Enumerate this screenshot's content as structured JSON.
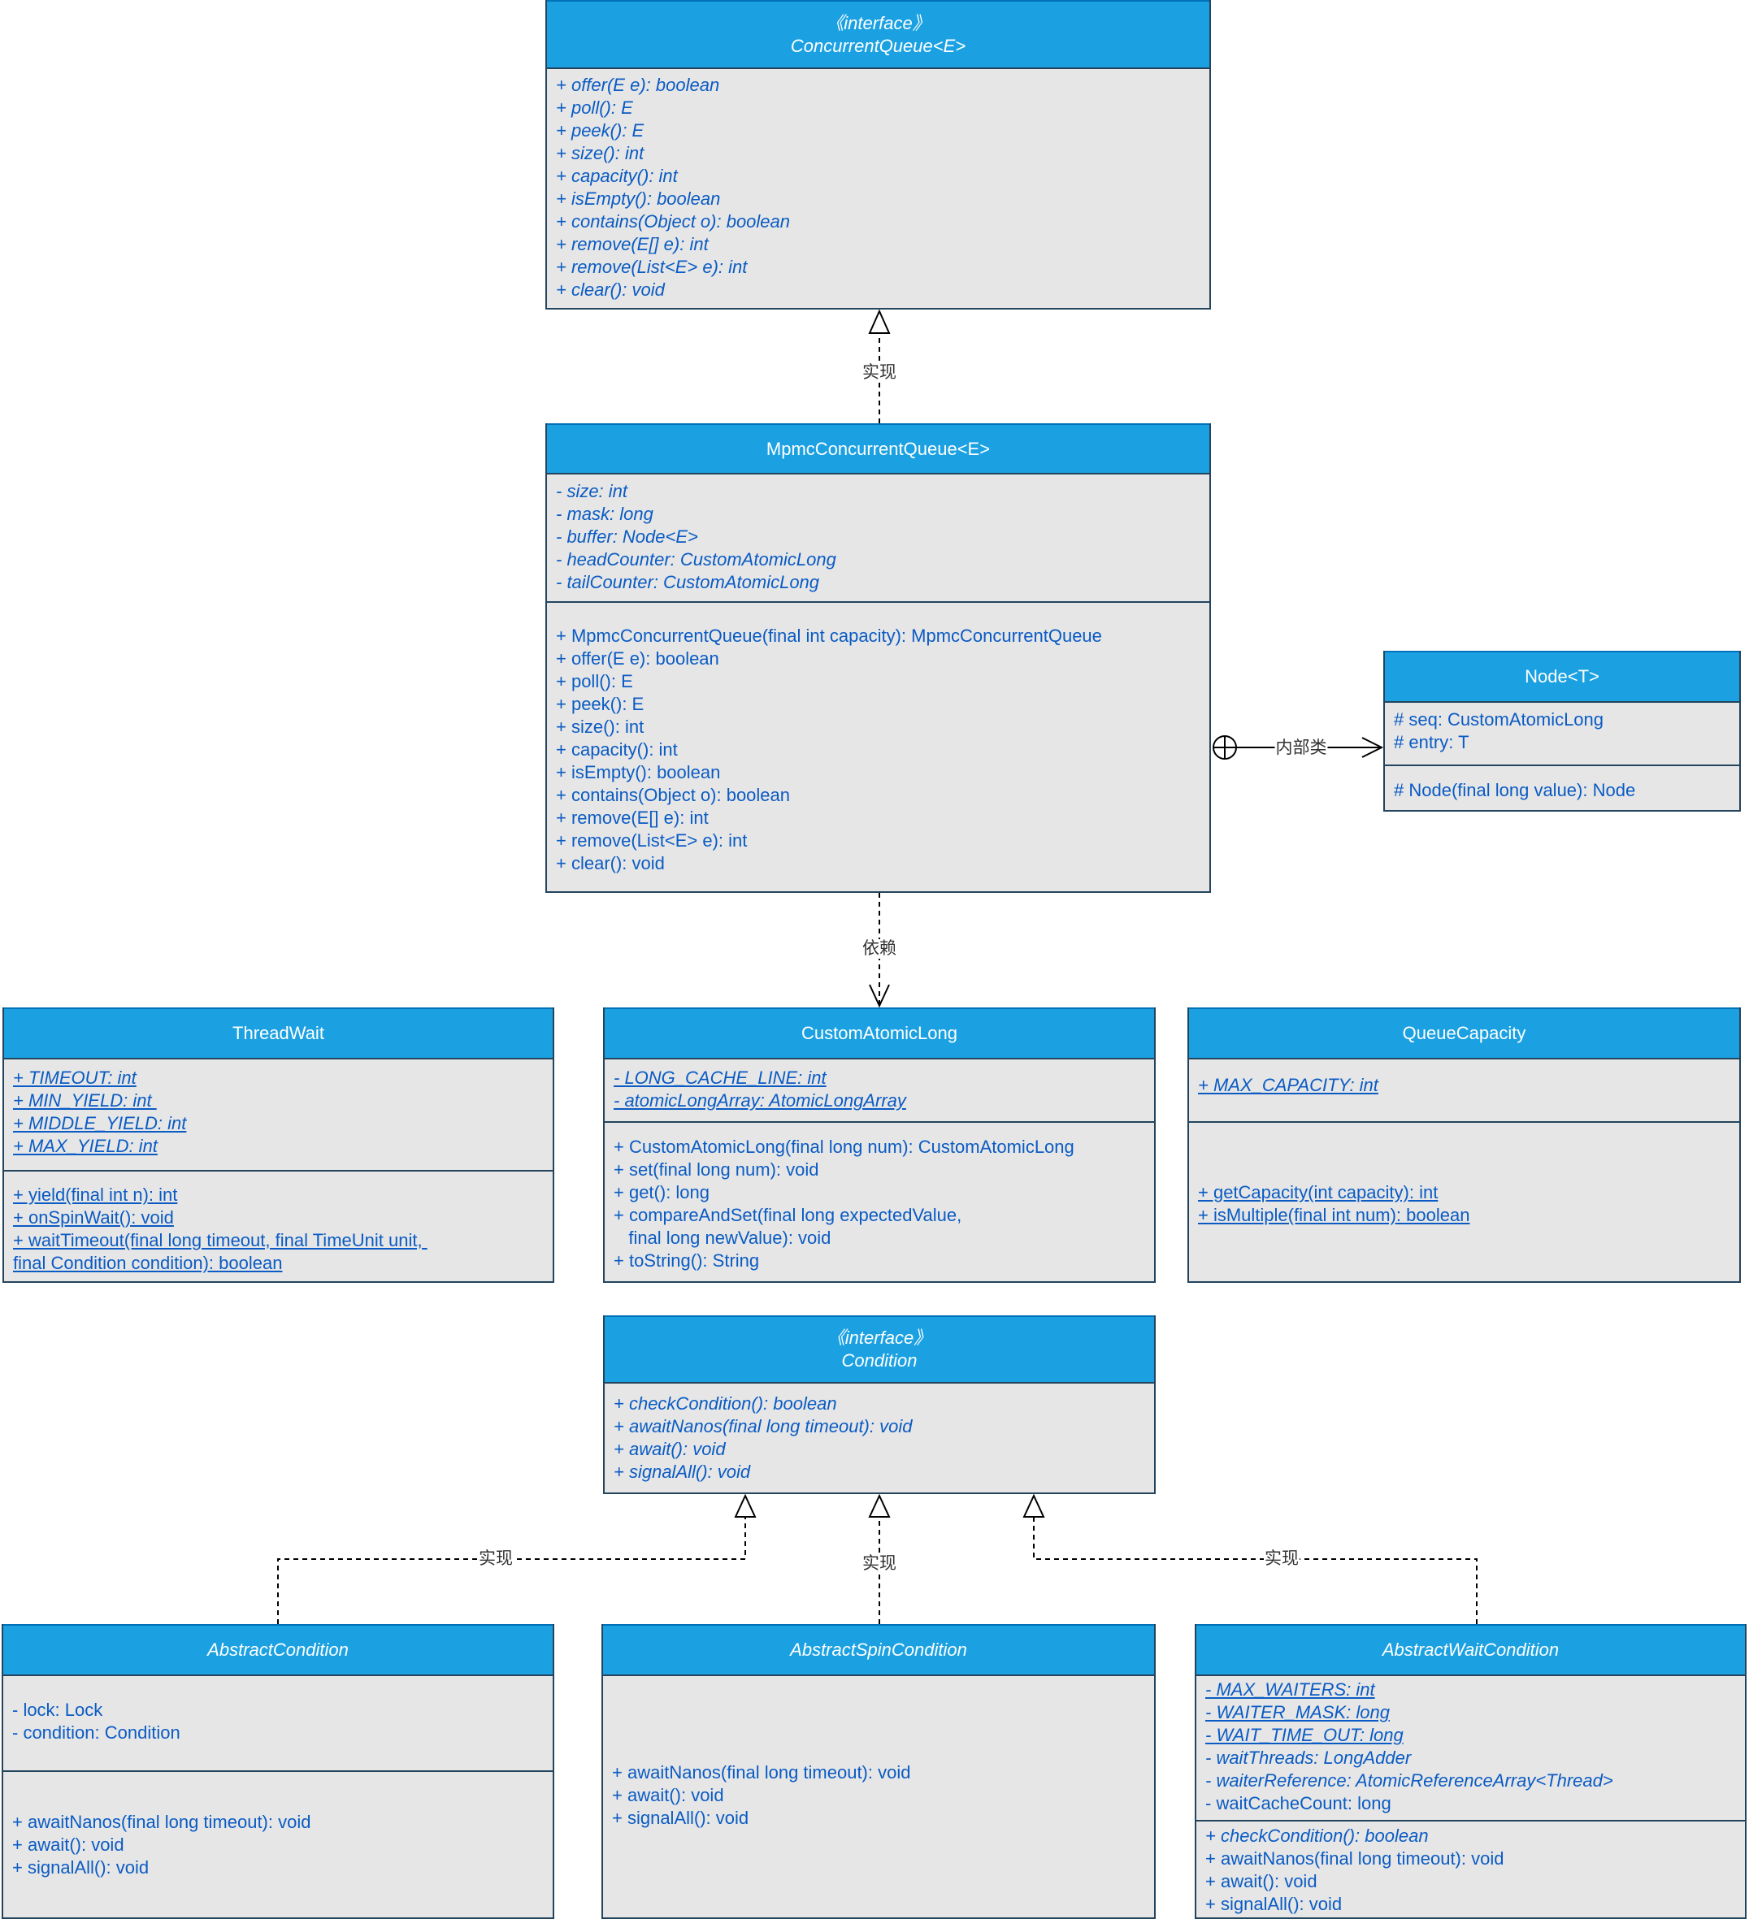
{
  "colors": {
    "header": "#1ba1e2",
    "body": "#e6e6e6",
    "border": "#23445d",
    "text": "#0a5bc4"
  },
  "classes": {
    "concurrent_queue": {
      "stereotype": "《interface》",
      "title": "ConcurrentQueue<E>",
      "title_italic": true,
      "sections": [
        [
          {
            "t": "+ offer(E e): boolean",
            "i": true
          },
          {
            "t": "+ poll(): E",
            "i": true
          },
          {
            "t": "+ peek(): E",
            "i": true
          },
          {
            "t": "+ size(): int",
            "i": true
          },
          {
            "t": "+ capacity(): int",
            "i": true
          },
          {
            "t": "+ isEmpty(): boolean",
            "i": true
          },
          {
            "t": "+ contains(Object o): boolean",
            "i": true
          },
          {
            "t": "+ remove(E[] e): int",
            "i": true
          },
          {
            "t": "+ remove(List<E> e): int",
            "i": true
          },
          {
            "t": "+ clear(): void",
            "i": true
          }
        ]
      ]
    },
    "mpmc_concurrent_queue": {
      "title": "MpmcConcurrentQueue<E>",
      "sections": [
        [
          {
            "t": "- size: int",
            "i": true
          },
          {
            "t": "- mask: long",
            "i": true
          },
          {
            "t": "- buffer: Node<E>",
            "i": true
          },
          {
            "t": "- headCounter: CustomAtomicLong",
            "i": true
          },
          {
            "t": "- tailCounter: CustomAtomicLong",
            "i": true
          }
        ],
        [
          {
            "t": "+ MpmcConcurrentQueue(final int capacity): MpmcConcurrentQueue"
          },
          {
            "t": "+ offer(E e): boolean"
          },
          {
            "t": "+ poll(): E"
          },
          {
            "t": "+ peek(): E"
          },
          {
            "t": "+ size(): int"
          },
          {
            "t": "+ capacity(): int"
          },
          {
            "t": "+ isEmpty(): boolean"
          },
          {
            "t": "+ contains(Object o): boolean"
          },
          {
            "t": "+ remove(E[] e): int"
          },
          {
            "t": "+ remove(List<E> e): int"
          },
          {
            "t": "+ clear(): void"
          }
        ]
      ]
    },
    "node": {
      "title": "Node<T>",
      "sections": [
        [
          {
            "t": "# seq: CustomAtomicLong"
          },
          {
            "t": "# entry: T"
          }
        ],
        [
          {
            "t": "# Node(final long value): Node"
          }
        ]
      ]
    },
    "thread_wait": {
      "title": "ThreadWait",
      "sections": [
        [
          {
            "t": "+ TIMEOUT: int",
            "i": true,
            "u": true
          },
          {
            "t": "+ MIN_YIELD: int ",
            "i": true,
            "u": true
          },
          {
            "t": "+ MIDDLE_YIELD: int",
            "i": true,
            "u": true
          },
          {
            "t": "+ MAX_YIELD: int",
            "i": true,
            "u": true
          }
        ],
        [
          {
            "t": "+ yield(final int n): int",
            "u": true
          },
          {
            "t": "+ onSpinWait(): void",
            "u": true
          },
          {
            "t": "+ waitTimeout(final long timeout, final TimeUnit unit, ",
            "u": true
          },
          {
            "t": "final Condition condition): boolean",
            "u": true
          }
        ]
      ]
    },
    "custom_atomic_long": {
      "title": "CustomAtomicLong",
      "sections": [
        [
          {
            "t": "- LONG_CACHE_LINE: int",
            "i": true,
            "u": true
          },
          {
            "t": "- atomicLongArray: AtomicLongArray",
            "i": true,
            "u": true
          }
        ],
        [
          {
            "t": "+ CustomAtomicLong(final long num): CustomAtomicLong"
          },
          {
            "t": "+ set(final long num): void"
          },
          {
            "t": "+ get(): long"
          },
          {
            "t": "+ compareAndSet(final long expectedValue,"
          },
          {
            "t": "   final long newValue): void"
          },
          {
            "t": "+ toString(): String"
          }
        ]
      ]
    },
    "queue_capacity": {
      "title": "QueueCapacity",
      "sections": [
        [
          {
            "t": "+ MAX_CAPACITY: int",
            "i": true,
            "u": true
          }
        ],
        [
          {
            "t": "+ getCapacity(int capacity): int",
            "u": true
          },
          {
            "t": "+ isMultiple(final int num): boolean",
            "u": true
          }
        ]
      ]
    },
    "condition": {
      "stereotype": "《interface》",
      "title": "Condition",
      "title_italic": true,
      "sections": [
        [
          {
            "t": "+ checkCondition(): boolean",
            "i": true
          },
          {
            "t": "+ awaitNanos(final long timeout): void",
            "i": true
          },
          {
            "t": "+ await(): void",
            "i": true
          },
          {
            "t": "+ signalAll(): void",
            "i": true
          }
        ]
      ]
    },
    "abstract_condition": {
      "title": "AbstractCondition",
      "title_italic": true,
      "sections": [
        [
          {
            "t": "- lock: Lock"
          },
          {
            "t": "- condition: Condition"
          }
        ],
        [
          {
            "t": "+ awaitNanos(final long timeout): void"
          },
          {
            "t": "+ await(): void"
          },
          {
            "t": "+ signalAll(): void"
          }
        ]
      ]
    },
    "abstract_spin_condition": {
      "title": "AbstractSpinCondition",
      "title_italic": true,
      "sections": [
        [
          {
            "t": "+ awaitNanos(final long timeout): void"
          },
          {
            "t": "+ await(): void"
          },
          {
            "t": "+ signalAll(): void"
          }
        ]
      ]
    },
    "abstract_wait_condition": {
      "title": "AbstractWaitCondition",
      "title_italic": true,
      "sections": [
        [
          {
            "t": "- MAX_WAITERS: int",
            "i": true,
            "u": true
          },
          {
            "t": "- WAITER_MASK: long",
            "i": true,
            "u": true
          },
          {
            "t": "- WAIT_TIME_OUT: long",
            "i": true,
            "u": true
          },
          {
            "t": "- waitThreads: LongAdder",
            "i": true
          },
          {
            "t": "- waiterReference: AtomicReferenceArray<Thread>",
            "i": true
          },
          {
            "t": "- waitCacheCount: long"
          }
        ],
        [
          {
            "t": "+ checkCondition(): boolean",
            "i": true
          },
          {
            "t": "+ awaitNanos(final long timeout): void"
          },
          {
            "t": "+ await(): void"
          },
          {
            "t": "+ signalAll(): void"
          }
        ]
      ]
    }
  },
  "relations": {
    "mpmc_implements_queue": "实现",
    "node_inner_class": "内部类",
    "mpmc_depends_atomic": "依赖",
    "abstract_condition_implements": "实现",
    "spin_condition_implements": "实现",
    "wait_condition_implements": "实现"
  }
}
